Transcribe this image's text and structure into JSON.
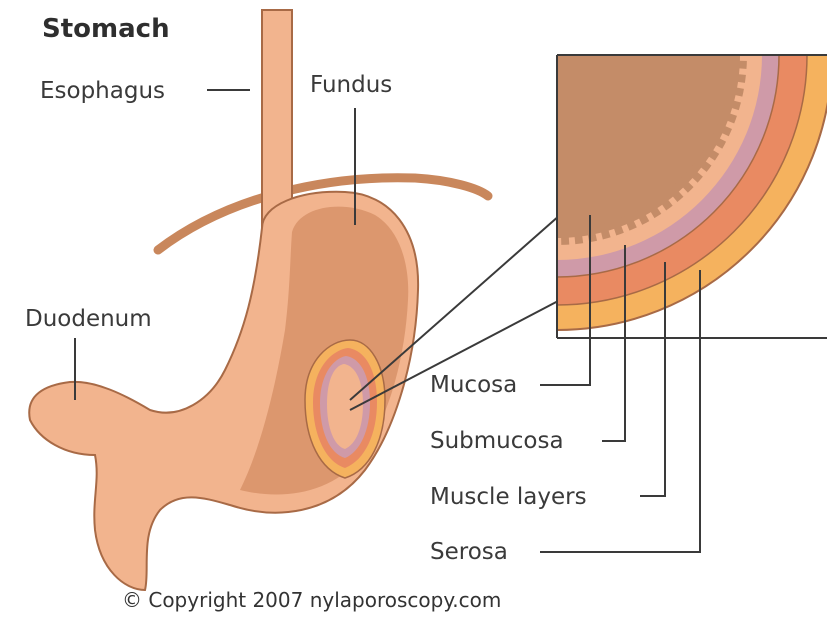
{
  "title": "Stomach",
  "labels": {
    "esophagus": "Esophagus",
    "fundus": "Fundus",
    "duodenum": "Duodenum",
    "mucosa": "Mucosa",
    "submucosa": "Submucosa",
    "muscle_layers": "Muscle layers",
    "serosa": "Serosa"
  },
  "copyright": "© Copyright 2007 nylaporoscopy.com",
  "colors": {
    "stomach": "#d9946a",
    "stomach_light": "#f2b48e",
    "mucosa": "#c48c68",
    "submucosa": "#cf9aa8",
    "muscle": "#e98a62",
    "serosa": "#f5b25e",
    "diaphragm": "#c9875c",
    "line": "#3a3a3a"
  }
}
